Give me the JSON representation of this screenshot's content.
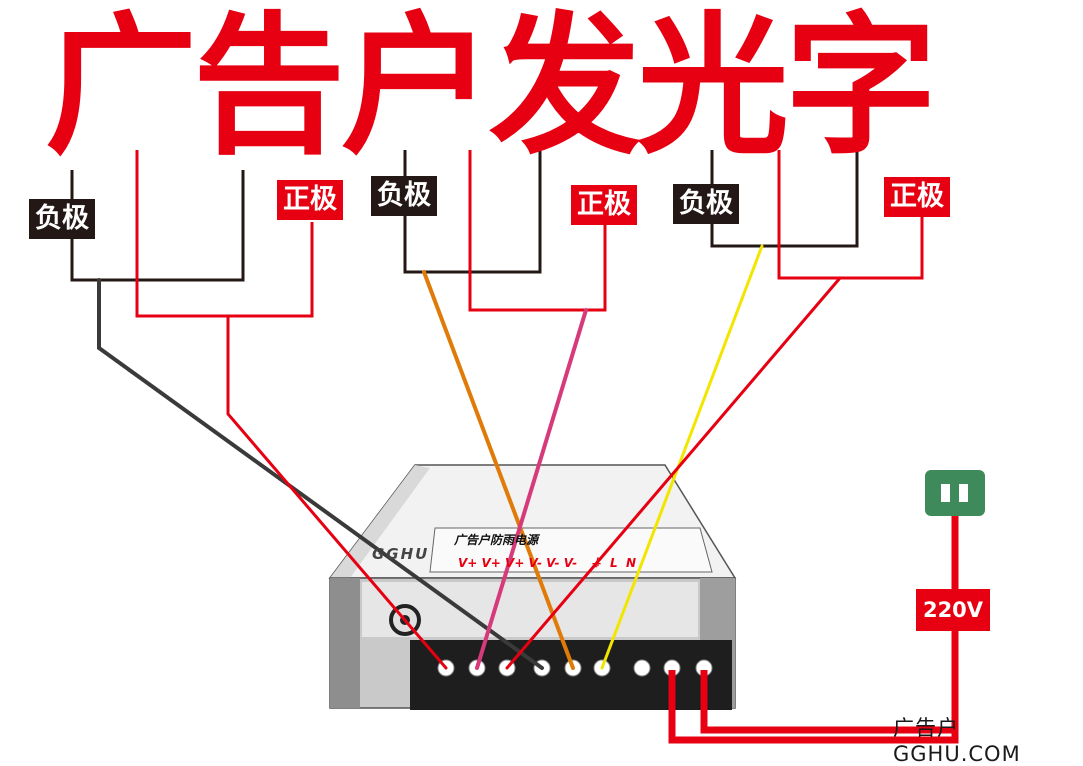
{
  "title": "广告户发光字",
  "labels": {
    "neg": "负极",
    "pos": "正极"
  },
  "power_supply": {
    "brand": "GGHU",
    "name": "广告户防雨电源",
    "terminals": "V+ V+ V+ V- V- V-   ⏚  L  N"
  },
  "mains": {
    "voltage": "220V"
  },
  "watermark": "广告户GGHU.COM",
  "colors": {
    "red": "#e60012",
    "black": "#231815",
    "orange": "#e07b0a",
    "pink": "#d63a7a",
    "yellow": "#f2e600",
    "gray_wire": "#3a3a3a",
    "plug_green": "#3f8a5a"
  }
}
